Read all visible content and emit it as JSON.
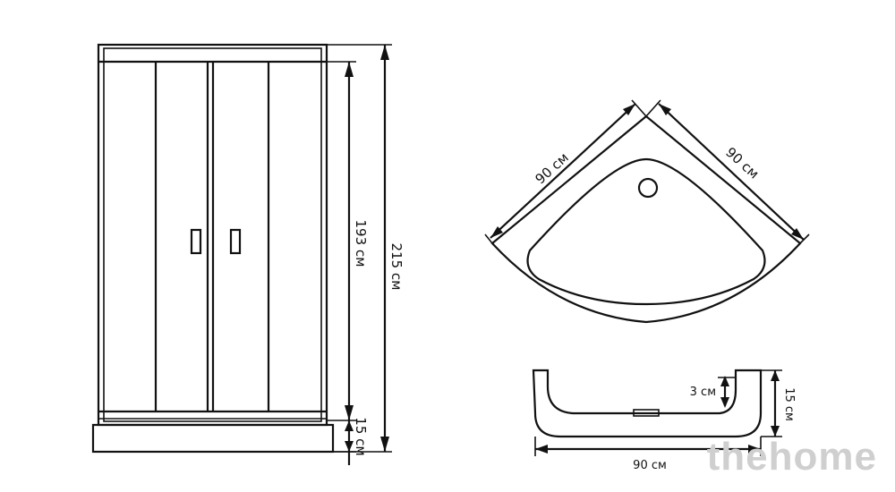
{
  "front_view": {
    "height_inner_label": "193 см",
    "height_total_label": "215 см",
    "base_label": "15 см"
  },
  "top_view": {
    "side_left_label": "90 см",
    "side_right_label": "90 см"
  },
  "side_view": {
    "depth_label": "3 см",
    "height_label": "15 см",
    "width_label": "90 см"
  },
  "watermark": "thehome"
}
